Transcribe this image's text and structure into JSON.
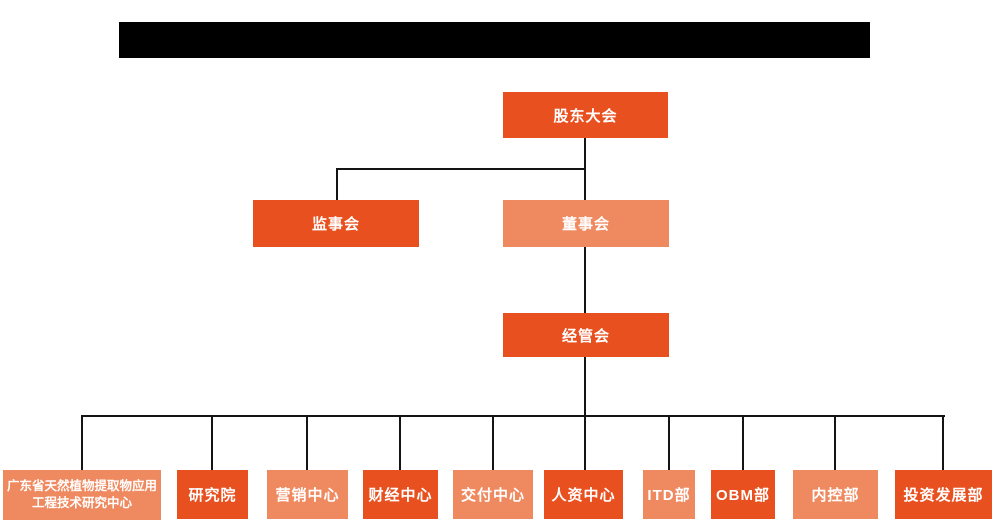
{
  "colors": {
    "primary": "#E8501F",
    "secondary": "#EF8A60",
    "line": "#141414",
    "node-text": "#FFFFFF",
    "redaction": "#000000"
  },
  "header": {
    "redacted_title": ""
  },
  "org": {
    "level1": {
      "label": "股东大会",
      "variant": "dark"
    },
    "level2": [
      {
        "label": "监事会",
        "variant": "dark"
      },
      {
        "label": "董事会",
        "variant": "light"
      }
    ],
    "level3": {
      "label": "经管会",
      "variant": "dark"
    },
    "level4": [
      {
        "label": "广东省天然植物提取物应用工程技术研究中心",
        "variant": "light"
      },
      {
        "label": "研究院",
        "variant": "dark"
      },
      {
        "label": "营销中心",
        "variant": "light"
      },
      {
        "label": "财经中心",
        "variant": "dark"
      },
      {
        "label": "交付中心",
        "variant": "light"
      },
      {
        "label": "人资中心",
        "variant": "dark"
      },
      {
        "label": "ITD部",
        "variant": "light"
      },
      {
        "label": "OBM部",
        "variant": "dark"
      },
      {
        "label": "内控部",
        "variant": "light"
      },
      {
        "label": "投资发展部",
        "variant": "dark"
      }
    ]
  }
}
